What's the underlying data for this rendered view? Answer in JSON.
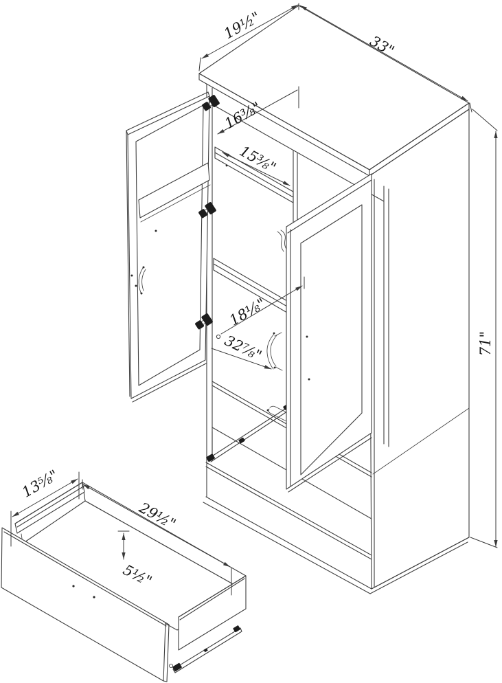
{
  "diagram": {
    "title": "Armoire isometric dimension diagram",
    "background_color": "#ffffff",
    "line_color": "#3e3e3e",
    "text_color": "#181818"
  },
  "cabinet_dimensions": {
    "top_depth": "19½\"",
    "top_width": "33\"",
    "height": "71\"",
    "upper_interior_depth": "16⅜\"",
    "shelf_width": "15⅜\"",
    "lower_interior_depth": "18⅛\"",
    "interior_height": "32⅞\""
  },
  "drawer_dimensions": {
    "depth": "13⅝\"",
    "width": "29½\"",
    "height": "5½\""
  }
}
